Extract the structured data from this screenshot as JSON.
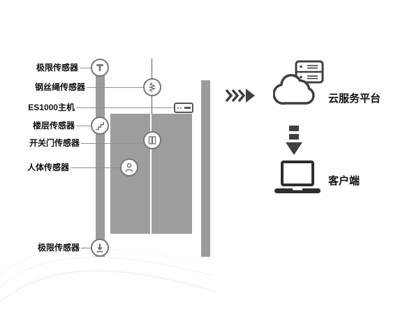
{
  "diagram": {
    "title_hint": "elevator-iot-monitoring-diagram",
    "sensors": [
      {
        "id": "limit-sensor-top",
        "label": "极限传感器"
      },
      {
        "id": "wire-rope-sensor",
        "label": "钢丝绳传感器"
      },
      {
        "id": "es1000-host",
        "label": "ES1000主机"
      },
      {
        "id": "floor-sensor",
        "label": "楼层传感器"
      },
      {
        "id": "door-sensor",
        "label": "开关门传感器"
      },
      {
        "id": "human-body-sensor",
        "label": "人体传感器"
      },
      {
        "id": "limit-sensor-bottom",
        "label": "极限传感器"
      }
    ],
    "cloud_platform_label": "云服务平台",
    "client_label": "客户端",
    "colors": {
      "rail_gray": "#9b9b9b",
      "car_gray": "#9d9d9d",
      "sensor_outline": "#777777",
      "dark_icon": "#3f3f3f",
      "label_text": "#111111"
    }
  }
}
